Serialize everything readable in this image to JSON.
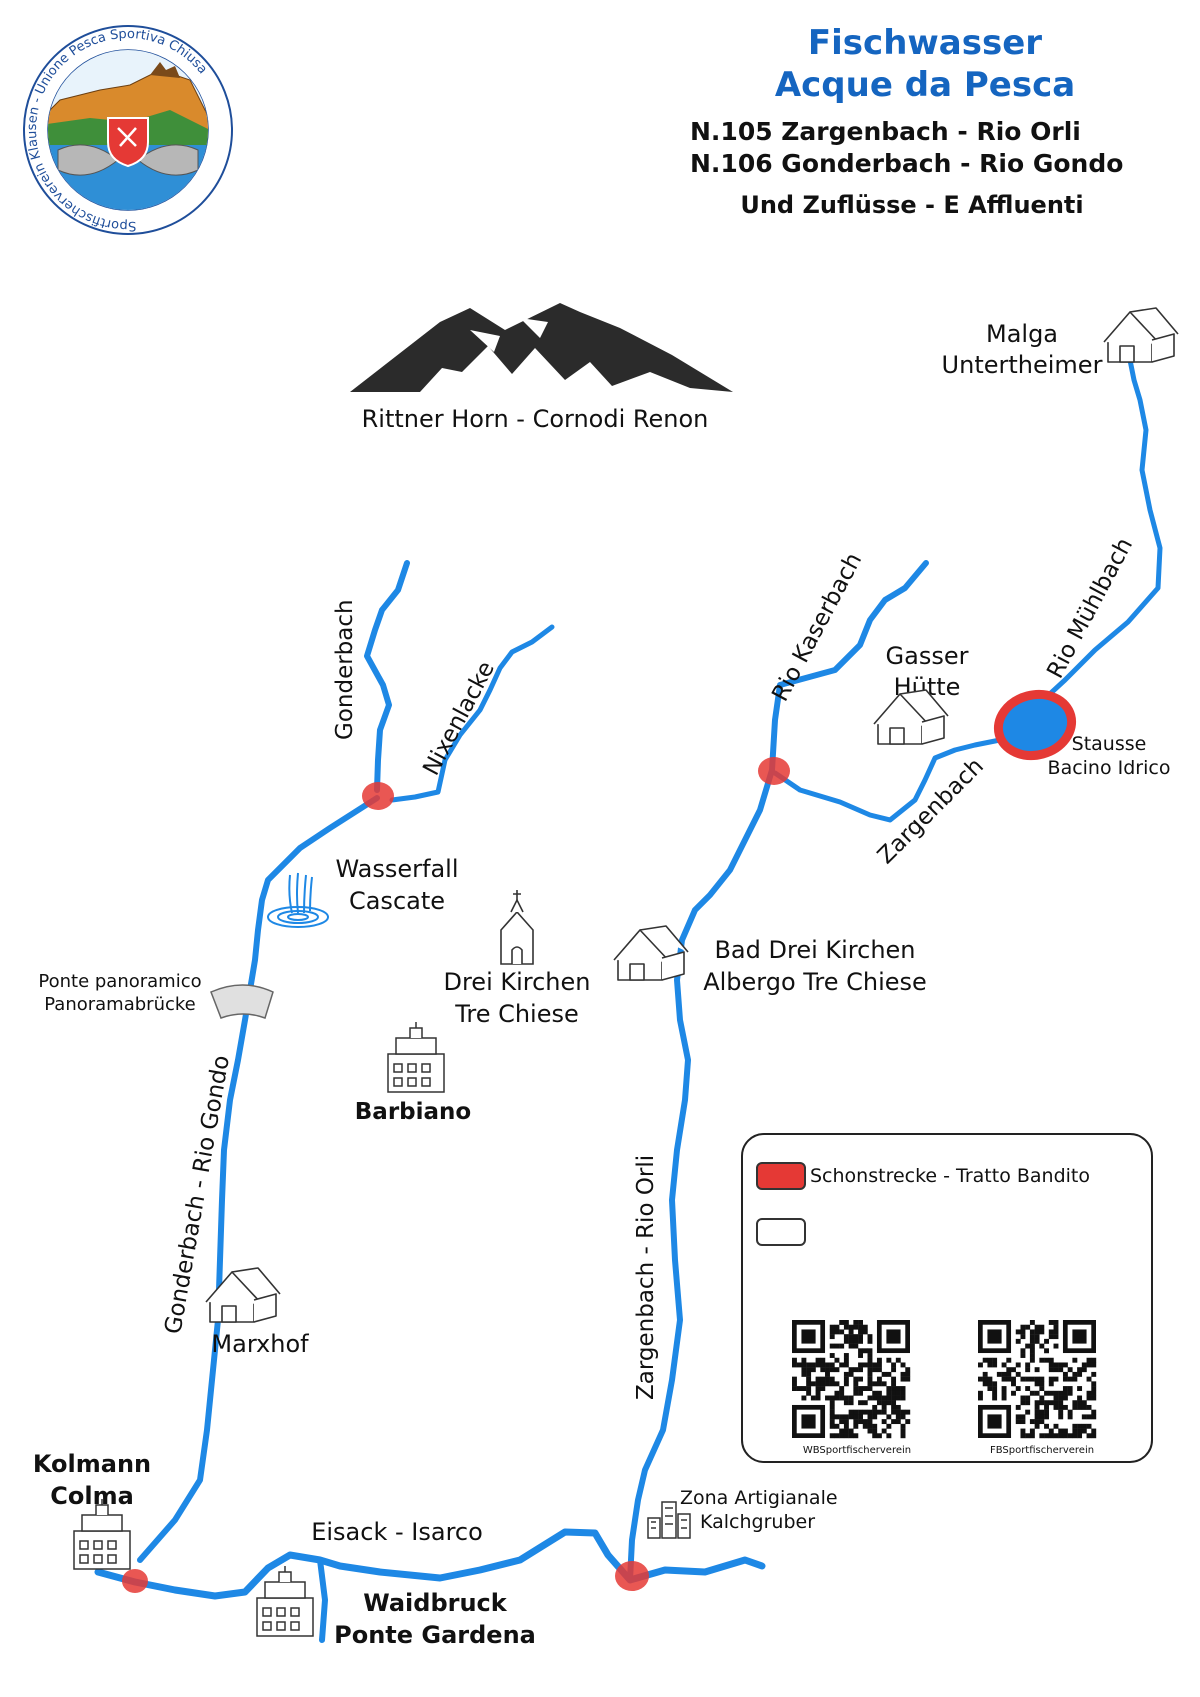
{
  "header": {
    "title_line1": "Fischwasser",
    "title_line2": "Acque da Pesca",
    "water_1": "N.105 Zargenbach - Rio Orli",
    "water_2": "N.106 Gonderbach - Rio Gondo",
    "subtitle": "Und Zuflüsse - E Affluenti"
  },
  "logo": {
    "ring_text": "Sportfischerverein Klausen - Unione Pesca Sportiva Chiusa"
  },
  "mountain": {
    "label": "Rittner Horn - Cornodi Renon"
  },
  "places": {
    "malga_1": "Malga",
    "malga_2": "Untertheimer",
    "gasser_1": "Gasser",
    "gasser_2": "Hütte",
    "stausee_1": "Stausse",
    "stausee_2": "Bacino Idrico",
    "wasserfall_1": "Wasserfall",
    "wasserfall_2": "Cascate",
    "ponte_1": "Ponte panoramico",
    "ponte_2": "Panoramabrücke",
    "drei_1": "Drei Kirchen",
    "drei_2": "Tre Chiese",
    "bad_1": "Bad Drei Kirchen",
    "bad_2": "Albergo Tre Chiese",
    "barbiano": "Barbiano",
    "marxhof": "Marxhof",
    "kolmann_1": "Kolmann",
    "kolmann_2": "Colma",
    "zona_1": "Zona Artigianale",
    "zona_2": "Kalchgruber",
    "waidbruck_1": "Waidbruck",
    "waidbruck_2": "Ponte Gardena"
  },
  "rivers": {
    "gonderbach": "Gonderbach",
    "nixenlacke": "Nixenlacke",
    "rio_kaserbach": "Rio Kaserbach",
    "rio_muhlbach": "Rio Mühlbach",
    "zargenbach": "Zargenbach",
    "gonderbach_rio_gondo": "Gonderbach - Rio Gondo",
    "zargenbach_rio_orli": "Zargenbach - Rio Orli",
    "eisack_isarco": "Eisack - Isarco"
  },
  "legend": {
    "item_1": "Schonstrecke - Tratto Bandito",
    "item_1_color": "#e53935",
    "item_2": "",
    "qr_1_label": "WBSportfischerverein",
    "qr_2_label": "FBSportfischerverein"
  },
  "colors": {
    "river": "#1e88e5",
    "title": "#1565c0",
    "protected_zone": "#e53935",
    "reservoir": "#1e88e5"
  }
}
